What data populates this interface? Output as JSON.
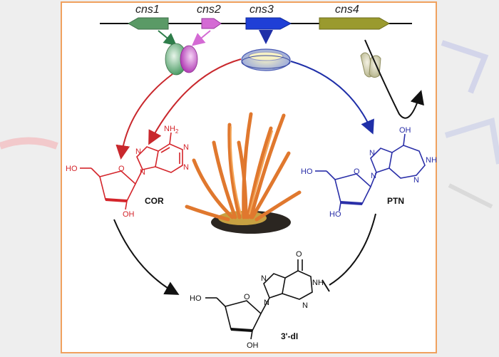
{
  "genes": [
    {
      "label": "cns1",
      "color": "#5a9a66"
    },
    {
      "label": "cns2",
      "color": "#d46ad4"
    },
    {
      "label": "cns3",
      "color": "#1f3fd6"
    },
    {
      "label": "cns4",
      "color": "#9a9a2e"
    }
  ],
  "compounds": {
    "cor": {
      "name": "COR",
      "color": "#d4252b"
    },
    "ptn": {
      "name": "PTN",
      "color": "#2a2fa8"
    },
    "dl": {
      "name": "3'-dI",
      "color": "#111111"
    }
  },
  "atoms": {
    "cor": {
      "nh2": "NH",
      "nh2_sub": "2",
      "n1": "N",
      "n2": "N",
      "n3": "N",
      "n4": "N",
      "ho": "HO",
      "o": "O",
      "oh": "OH"
    },
    "ptn": {
      "oh_top": "OH",
      "n1": "N",
      "n2": "N",
      "nh": "NH",
      "n4": "N",
      "ho": "HO",
      "o": "O",
      "ho_bottom": "HO"
    },
    "dl": {
      "o_top": "O",
      "n1": "N",
      "nh": "NH",
      "n2": "N",
      "n3": "N",
      "ho": "HO",
      "o": "O",
      "oh": "OH"
    }
  },
  "colors": {
    "frame": "#f0a15e",
    "arrow_red": "#c9282d",
    "arrow_blue": "#1f2fa8",
    "arrow_black": "#111111"
  }
}
